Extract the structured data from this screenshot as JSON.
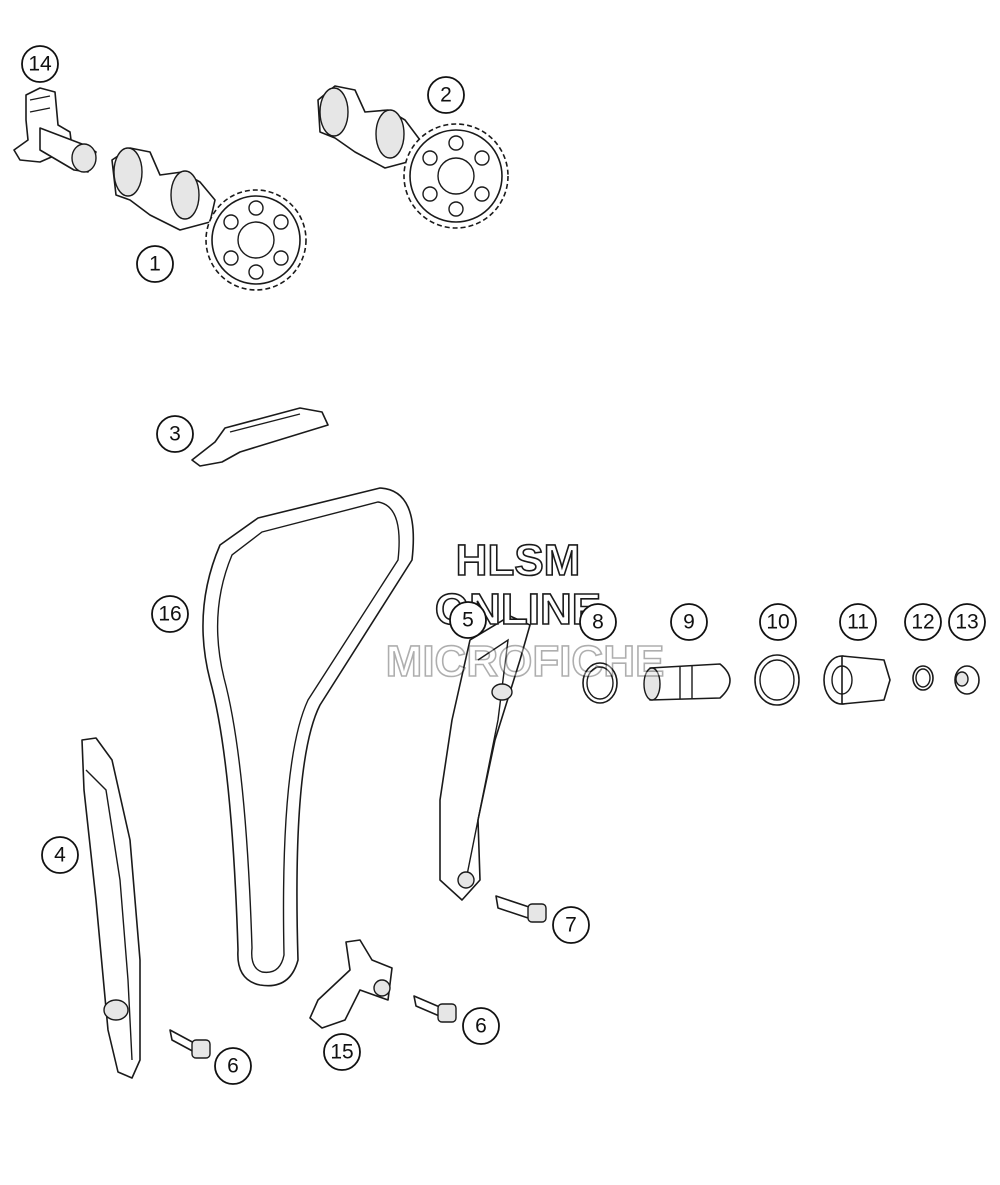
{
  "callouts": [
    {
      "label": "14"
    },
    {
      "label": "2"
    },
    {
      "label": "1"
    },
    {
      "label": "3"
    },
    {
      "label": "16"
    },
    {
      "label": "5"
    },
    {
      "label": "8"
    },
    {
      "label": "9"
    },
    {
      "label": "10"
    },
    {
      "label": "11"
    },
    {
      "label": "12"
    },
    {
      "label": "13"
    },
    {
      "label": "4"
    },
    {
      "label": "7"
    },
    {
      "label": "6"
    },
    {
      "label": "6"
    },
    {
      "label": "15"
    }
  ],
  "watermark": {
    "line1": "HLSM",
    "line2": "ONLINE",
    "line3": "MICROFICHE"
  }
}
